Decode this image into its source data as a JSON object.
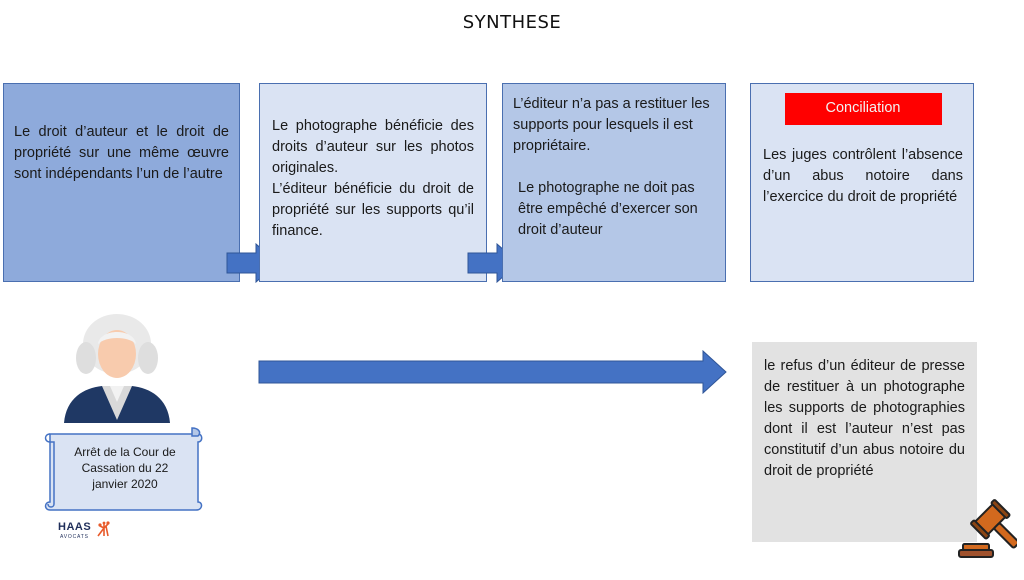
{
  "title": "SYNTHESE",
  "boxes": {
    "b1": "Le droit d’auteur et le droit de propriété sur une même œuvre sont indépendants l’un de l’autre",
    "b2_p1": "Le photographe bénéficie des droits d’auteur sur les photos originales.",
    "b2_p2": "L’éditeur bénéficie du droit de propriété sur les supports qu’il finance.",
    "b3_p1": "L’éditeur n’a pas a restituer les supports pour lesquels il est propriétaire.",
    "b3_p2": "Le photographe ne doit pas être empêché d’exercer son droit d’auteur",
    "b4_badge": "Conciliation",
    "b4_text": "Les juges contrôlent l’absence d’un abus notoire dans l’exercice du droit de propriété",
    "b5": "le refus d’un éditeur de presse de restituer à un photographe les supports de photographies dont il est l’auteur n’est pas constitutif d’un abus notoire du droit de propriété"
  },
  "scroll": {
    "line1": "Arrêt de la Cour de",
    "line2": "Cassation du 22",
    "line3": "janvier 2020"
  },
  "logo": {
    "name": "HAAS",
    "sub": "AVOCATS"
  },
  "colors": {
    "box1": "#8eaadb",
    "box2": "#dae3f3",
    "box3": "#b4c7e7",
    "box4": "#dae3f3",
    "badge": "#ff0000",
    "arrow": "#4472c4",
    "box5": "#e2e2e2"
  },
  "icons": [
    "judge-icon",
    "scroll-icon",
    "gavel-icon",
    "logo-icon",
    "right-arrow-icon"
  ]
}
